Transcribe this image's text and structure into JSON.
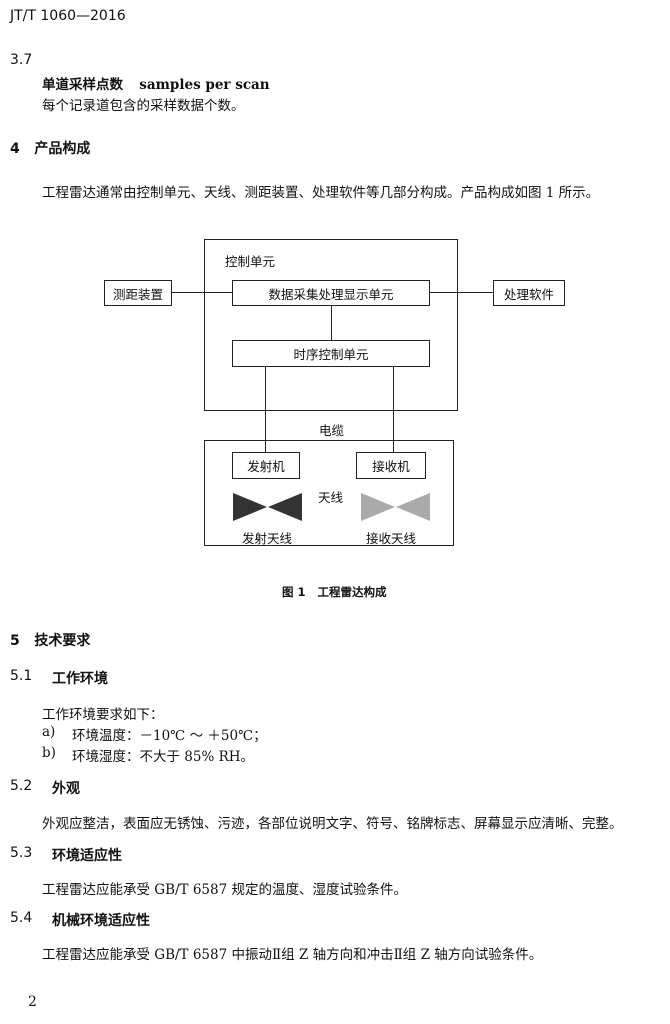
{
  "header": {
    "standard_no": "JT/T 1060—2016"
  },
  "sec_3_7": {
    "number": "3.7",
    "term": "单道采样点数",
    "term_en": "samples per scan",
    "definition": "每个记录道包含的采样数据个数。"
  },
  "sec_4": {
    "heading": "4   产品构成",
    "text": "工程雷达通常由控制单元、天线、测距装置、处理软件等几部分构成。产品构成如图 1 所示。"
  },
  "figure": {
    "control_unit_label": "控制单元",
    "data_unit": "数据采集处理显示单元",
    "timing_unit": "时序控制单元",
    "ranging_device": "测距装置",
    "software": "处理软件",
    "cable_label": "电缆",
    "transmitter": "发射机",
    "receiver": "接收机",
    "antenna_label": "天线",
    "tx_antenna": "发射天线",
    "rx_antenna": "接收天线",
    "caption": "图 1   工程雷达构成",
    "tx_antenna_color": "#333333",
    "rx_antenna_color": "#aaaaaa"
  },
  "sec_5": {
    "heading": "5   技术要求"
  },
  "sec_5_1": {
    "number": "5.1",
    "title": "工作环境",
    "intro": "工作环境要求如下：",
    "items": [
      {
        "marker": "a)",
        "text": "环境温度：－10℃ ～ ＋50℃；"
      },
      {
        "marker": "b)",
        "text": "环境湿度：不大于 85% RH。"
      }
    ]
  },
  "sec_5_2": {
    "number": "5.2",
    "title": "外观",
    "text": "外观应整洁，表面应无锈蚀、污迹，各部位说明文字、符号、铭牌标志、屏幕显示应清晰、完整。"
  },
  "sec_5_3": {
    "number": "5.3",
    "title": "环境适应性",
    "text": "工程雷达应能承受 GB/T 6587 规定的温度、湿度试验条件。"
  },
  "sec_5_4": {
    "number": "5.4",
    "title": "机械环境适应性",
    "text": "工程雷达应能承受 GB/T 6587 中振动Ⅱ组 Z 轴方向和冲击Ⅱ组 Z 轴方向试验条件。"
  },
  "footer": {
    "page_number": "2"
  }
}
